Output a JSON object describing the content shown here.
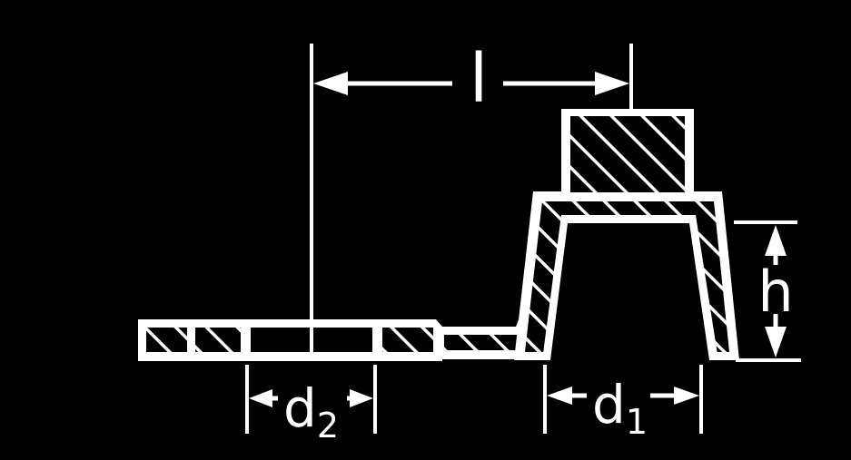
{
  "colors": {
    "background": "#000000",
    "lines": "#ffffff"
  },
  "dimensions": {
    "length": {
      "symbol": "l"
    },
    "height": {
      "symbol": "h"
    },
    "diameter_1": {
      "base": "d",
      "subscript": "1"
    },
    "diameter_2": {
      "base": "d",
      "subscript": "2"
    }
  }
}
